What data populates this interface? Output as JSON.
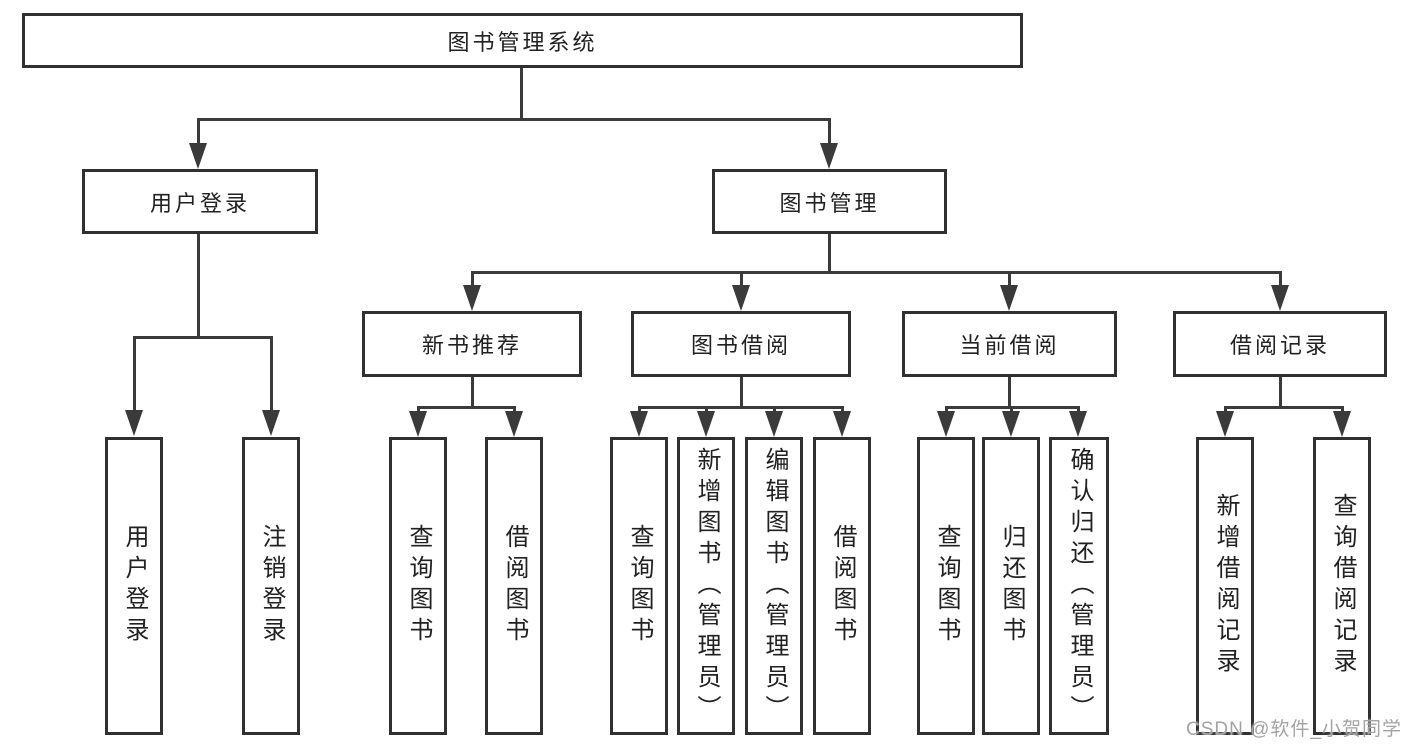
{
  "colors": {
    "line": "#3a3a3a",
    "border": "#303030",
    "text": "#212121",
    "watermark": "#a3a3a3",
    "bg": "#ffffff"
  },
  "root": {
    "label": "图书管理系统"
  },
  "level2": [
    {
      "label": "用户登录"
    },
    {
      "label": "图书管理"
    }
  ],
  "level3": [
    {
      "label": "新书推荐"
    },
    {
      "label": "图书借阅"
    },
    {
      "label": "当前借阅"
    },
    {
      "label": "借阅记录"
    }
  ],
  "leaves": [
    {
      "label": "用户登录"
    },
    {
      "label": "注销登录"
    },
    {
      "label": "查询图书"
    },
    {
      "label": "借阅图书"
    },
    {
      "label": "查询图书"
    },
    {
      "label": "新增图书（管理员）"
    },
    {
      "label": "编辑图书（管理员）"
    },
    {
      "label": "借阅图书"
    },
    {
      "label": "查询图书"
    },
    {
      "label": "归还图书"
    },
    {
      "label": "确认归还（管理员）"
    },
    {
      "label": "新增借阅记录"
    },
    {
      "label": "查询借阅记录"
    }
  ],
  "watermark": {
    "text": "CSDN @软件_小贺同学"
  }
}
